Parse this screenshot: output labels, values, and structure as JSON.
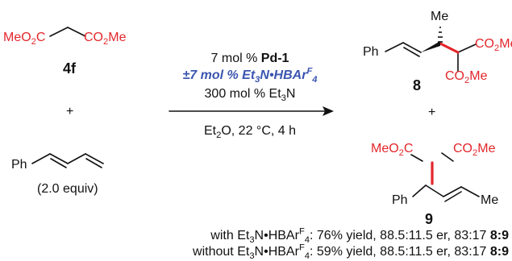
{
  "reactant_4f": {
    "name": "4f",
    "left_ester": "MeO",
    "left_ester_sub": "2",
    "left_ester_tail": "C",
    "right_ester": "CO",
    "right_ester_sub": "2",
    "right_ester_tail": "Me"
  },
  "plus_left": "+",
  "diene": {
    "phenyl": "Ph",
    "equiv": "(2.0 equiv)"
  },
  "conditions": {
    "line1_prefix": "7 mol % ",
    "line1_catalyst": "Pd-1",
    "line2_prefix": "±7 mol % Et",
    "line2_sub1": "3",
    "line2_mid": "N•HBAr",
    "line2_sup": "F",
    "line2_sub2": "4",
    "line3_prefix": "300 mol % Et",
    "line3_sub": "3",
    "line3_tail": "N",
    "line4_prefix": "Et",
    "line4_sub": "2",
    "line4_tail": "O, 22 °C, 4 h"
  },
  "product_8": {
    "name": "8",
    "phenyl": "Ph",
    "methyl": "Me",
    "ester_top": "CO",
    "ester_top_sub": "2",
    "ester_top_tail": "Me",
    "ester_bottom": "CO",
    "ester_bottom_sub": "2",
    "ester_bottom_tail": "Me"
  },
  "plus_right": "+",
  "product_9": {
    "name": "9",
    "phenyl": "Ph",
    "methyl": "Me",
    "left_ester": "MeO",
    "left_ester_sub": "2",
    "left_ester_tail": "C",
    "right_ester": "CO",
    "right_ester_sub": "2",
    "right_ester_tail": "Me"
  },
  "results": [
    {
      "prefix": "with Et",
      "sub1": "3",
      "mid": "N•HBAr",
      "sup": "F",
      "sub2": "4",
      "tail": ": 76% yield, 88.5:11.5 er, 83:17 ",
      "ratio": "8:9"
    },
    {
      "prefix": "without Et",
      "sub1": "3",
      "mid": "N•HBAr",
      "sup": "F",
      "sub2": "4",
      "tail": ": 59% yield, 88.5:11.5 er, 83:17 ",
      "ratio": "8:9"
    }
  ],
  "colors": {
    "ester_red": "#e3262b",
    "additive_blue": "#3b56b0",
    "ink": "#111111"
  }
}
